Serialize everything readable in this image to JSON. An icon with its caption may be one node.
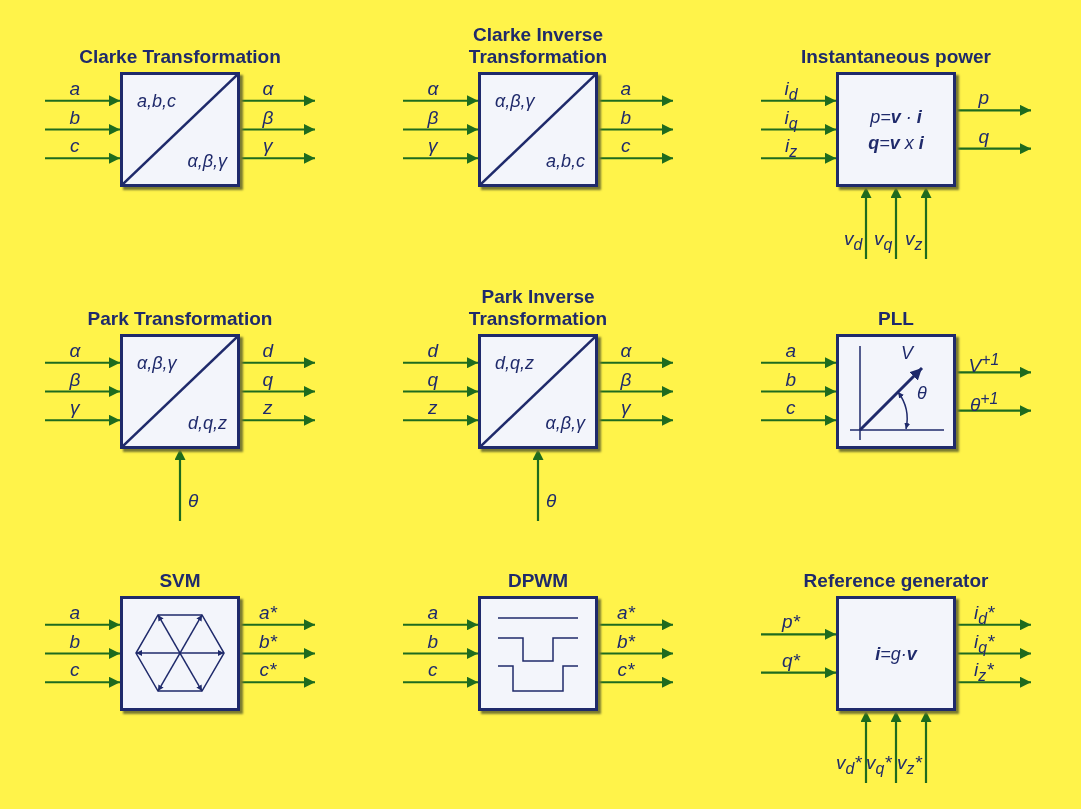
{
  "diagram": {
    "nodes": [
      {
        "text": [
          "Clarke Transformation",
          "a,b,c",
          "α,β,γ"
        ]
      },
      {
        "text": [
          "Clarke Inverse Transformation",
          "α,β,γ",
          "a,b,c"
        ]
      },
      {
        "text": [
          "Instantaneous power",
          "p=**v** · **i**",
          "**q**=**v** x **i**"
        ]
      },
      {
        "text": [
          "Park Transformation",
          "α,β,γ",
          "d,q,z"
        ]
      },
      {
        "text": [
          "Park Inverse Transformation",
          "d,q,z",
          "α,β,γ"
        ]
      },
      {
        "text": [
          "PLL",
          "V",
          "θ"
        ]
      },
      {
        "text": [
          "SVM"
        ]
      },
      {
        "text": [
          "DPWM"
        ]
      },
      {
        "text": [
          "Reference generator",
          "**i**=g·**v**"
        ]
      }
    ],
    "edges": [
      {
        "from": null,
        "to": 0,
        "arrow": "to",
        "label": "a"
      },
      {
        "from": null,
        "to": 0,
        "arrow": "to",
        "label": "b"
      },
      {
        "from": null,
        "to": 0,
        "arrow": "to",
        "label": "c"
      },
      {
        "from": 0,
        "to": null,
        "arrow": "to",
        "label": "α"
      },
      {
        "from": 0,
        "to": null,
        "arrow": "to",
        "label": "β"
      },
      {
        "from": 0,
        "to": null,
        "arrow": "to",
        "label": "γ"
      },
      {
        "from": null,
        "to": 1,
        "arrow": "to",
        "label": "α"
      },
      {
        "from": null,
        "to": 1,
        "arrow": "to",
        "label": "β"
      },
      {
        "from": null,
        "to": 1,
        "arrow": "to",
        "label": "γ"
      },
      {
        "from": 1,
        "to": null,
        "arrow": "to",
        "label": "a"
      },
      {
        "from": 1,
        "to": null,
        "arrow": "to",
        "label": "b"
      },
      {
        "from": 1,
        "to": null,
        "arrow": "to",
        "label": "c"
      },
      {
        "from": null,
        "to": 2,
        "arrow": "to",
        "label": "i$_{d}$"
      },
      {
        "from": null,
        "to": 2,
        "arrow": "to",
        "label": "i$_{q}$"
      },
      {
        "from": null,
        "to": 2,
        "arrow": "to",
        "label": "i$_{z}$"
      },
      {
        "from": null,
        "to": 2,
        "arrow": "to",
        "label": "v$_{d}$"
      },
      {
        "from": null,
        "to": 2,
        "arrow": "to",
        "label": "v$_{q}$"
      },
      {
        "from": null,
        "to": 2,
        "arrow": "to",
        "label": "v$_{z}$"
      },
      {
        "from": 2,
        "to": null,
        "arrow": "to",
        "label": "p"
      },
      {
        "from": 2,
        "to": null,
        "arrow": "to",
        "label": "q"
      },
      {
        "from": null,
        "to": 3,
        "arrow": "to",
        "label": "α"
      },
      {
        "from": null,
        "to": 3,
        "arrow": "to",
        "label": "β"
      },
      {
        "from": null,
        "to": 3,
        "arrow": "to",
        "label": "γ"
      },
      {
        "from": null,
        "to": 3,
        "arrow": "to",
        "label": "θ"
      },
      {
        "from": 3,
        "to": null,
        "arrow": "to",
        "label": "d"
      },
      {
        "from": 3,
        "to": null,
        "arrow": "to",
        "label": "q"
      },
      {
        "from": 3,
        "to": null,
        "arrow": "to",
        "label": "z"
      },
      {
        "from": null,
        "to": 4,
        "arrow": "to",
        "label": "d"
      },
      {
        "from": null,
        "to": 4,
        "arrow": "to",
        "label": "q"
      },
      {
        "from": null,
        "to": 4,
        "arrow": "to",
        "label": "z"
      },
      {
        "from": null,
        "to": 4,
        "arrow": "to",
        "label": "θ"
      },
      {
        "from": 4,
        "to": null,
        "arrow": "to",
        "label": "α"
      },
      {
        "from": 4,
        "to": null,
        "arrow": "to",
        "label": "β"
      },
      {
        "from": 4,
        "to": null,
        "arrow": "to",
        "label": "γ"
      },
      {
        "from": null,
        "to": 5,
        "arrow": "to",
        "label": "a"
      },
      {
        "from": null,
        "to": 5,
        "arrow": "to",
        "label": "b"
      },
      {
        "from": null,
        "to": 5,
        "arrow": "to",
        "label": "c"
      },
      {
        "from": 5,
        "to": null,
        "arrow": "to",
        "label": "V$^{+1}$"
      },
      {
        "from": 5,
        "to": null,
        "arrow": "to",
        "label": "θ$^{+1}$"
      },
      {
        "from": null,
        "to": 6,
        "arrow": "to",
        "label": "a"
      },
      {
        "from": null,
        "to": 6,
        "arrow": "to",
        "label": "b"
      },
      {
        "from": null,
        "to": 6,
        "arrow": "to",
        "label": "c"
      },
      {
        "from": 6,
        "to": null,
        "arrow": "to",
        "label": "a*"
      },
      {
        "from": 6,
        "to": null,
        "arrow": "to",
        "label": "b*"
      },
      {
        "from": 6,
        "to": null,
        "arrow": "to",
        "label": "c*"
      },
      {
        "from": null,
        "to": 7,
        "arrow": "to",
        "label": "a"
      },
      {
        "from": null,
        "to": 7,
        "arrow": "to",
        "label": "b"
      },
      {
        "from": null,
        "to": 7,
        "arrow": "to",
        "label": "c"
      },
      {
        "from": 7,
        "to": null,
        "arrow": "to",
        "label": "a*"
      },
      {
        "from": 7,
        "to": null,
        "arrow": "to",
        "label": "b*"
      },
      {
        "from": 7,
        "to": null,
        "arrow": "to",
        "label": "c*"
      },
      {
        "from": null,
        "to": 8,
        "arrow": "to",
        "label": "p*"
      },
      {
        "from": null,
        "to": 8,
        "arrow": "to",
        "label": "q*"
      },
      {
        "from": null,
        "to": 8,
        "arrow": "to",
        "label": "v$_{d}$*"
      },
      {
        "from": null,
        "to": 8,
        "arrow": "to",
        "label": "v$_{q}$*"
      },
      {
        "from": null,
        "to": 8,
        "arrow": "to",
        "label": "v$_{z}$*"
      },
      {
        "from": 8,
        "to": null,
        "arrow": "to",
        "label": "i$_{d}$*"
      },
      {
        "from": 8,
        "to": null,
        "arrow": "to",
        "label": "i$_{q}$*"
      },
      {
        "from": 8,
        "to": null,
        "arrow": "to",
        "label": "i$_{z}$*"
      }
    ]
  }
}
